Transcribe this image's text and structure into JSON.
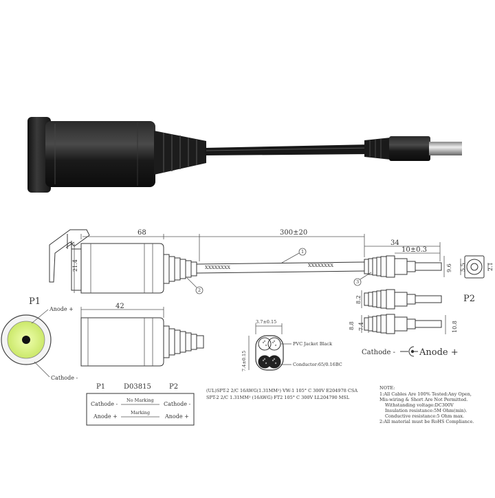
{
  "dims": {
    "d68": "68",
    "d300": "300±20",
    "d34": "34",
    "d10": "10±0.3",
    "d21": "21.4",
    "d96": "9.6",
    "d55": "5.5",
    "d21b": "2.1",
    "d42": "42",
    "d82": "8.2",
    "d88": "8.8",
    "d74a": "7.4",
    "d108": "10.8",
    "d37": "3.7±0.15",
    "d74": "7.4±0.15"
  },
  "callouts": {
    "c1": "1",
    "c2": "2",
    "c3": "3"
  },
  "cable_marking_left": "XXXXXXXX",
  "cable_marking_right": "XXXXXXXX",
  "p1": {
    "title": "P1",
    "anode": "Anode +",
    "cathode": "Cathode -"
  },
  "p2": {
    "title": "P2",
    "cathode": "Cathode -",
    "anode": "Anode +"
  },
  "cross_section": {
    "jacket": "PVC Jacket Black",
    "conductor": "Conductor:65/0.16BC"
  },
  "cable_spec": {
    "line1": "(UL)SPT-2 2/C 16AWG(1.31MM²) VW-1 105° C 300V E204978 CSA",
    "line2": "SPT-2  2/C  1.31MM² (16AWG) FT2 105° C 300V  LL204790 MSL"
  },
  "table": {
    "p1": "P1",
    "part": "D03815",
    "p2": "P2",
    "row1_left": "Cathode -",
    "row1_mid": "No Marking",
    "row1_right": "Cathode -",
    "row2_left": "Anode +",
    "row2_mid": "Marking",
    "row2_right": "Anode +"
  },
  "notes": {
    "title": "NOTE:",
    "l1": "1:All Cables Are 100% Tested:Any Open,",
    "l2": "Mis-wiring & Short Are Not Permitted.",
    "l3": "Withstanding voltage:DC300V",
    "l4": "Insulation resistance:5M Ohm(min).",
    "l5": "Conductive resistance:5 Ohm max.",
    "l6": "2:All material must be RoHS Compliance."
  },
  "colors": {
    "plug_black": "#1a1a1a",
    "contact_yellow": "#d8f07a",
    "line": "#555555"
  }
}
